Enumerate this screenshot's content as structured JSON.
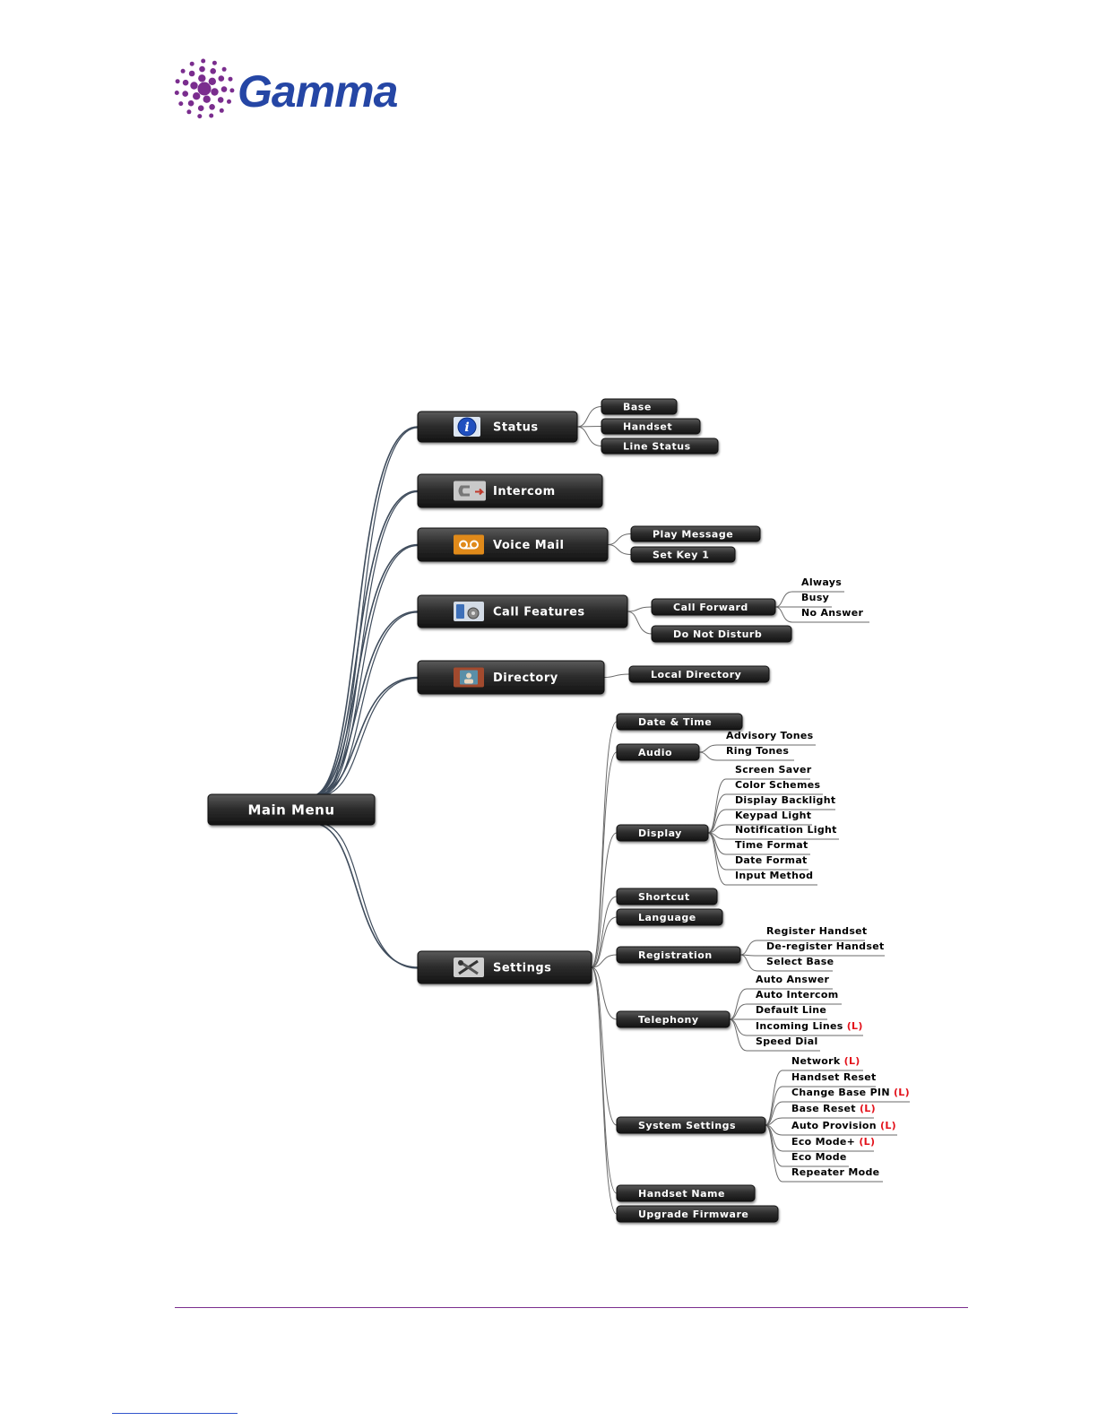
{
  "brand": {
    "name": "Gamma",
    "color": "#2546a5",
    "dot_color": "#7a2d8e"
  },
  "colors": {
    "button_dark": "#2b2b2b",
    "link_line": "#3f4c5c",
    "leaf_line": "#6a6a6a",
    "mark_red": "#e3121b",
    "footer_line": "#7a2d8e"
  },
  "menu": {
    "root": "Main Menu",
    "items": [
      {
        "label": "Status",
        "icon": "info-icon",
        "children": [
          {
            "label": "Base"
          },
          {
            "label": "Handset"
          },
          {
            "label": "Line Status"
          }
        ]
      },
      {
        "label": "Intercom",
        "icon": "intercom-phone-icon",
        "children": []
      },
      {
        "label": "Voice Mail",
        "icon": "voicemail-icon",
        "children": [
          {
            "label": "Play Message"
          },
          {
            "label": "Set Key 1"
          }
        ]
      },
      {
        "label": "Call Features",
        "icon": "call-features-icon",
        "children": [
          {
            "label": "Call Forward",
            "children": [
              {
                "label": "Always"
              },
              {
                "label": "Busy"
              },
              {
                "label": "No Answer"
              }
            ]
          },
          {
            "label": "Do Not Disturb"
          }
        ]
      },
      {
        "label": "Directory",
        "icon": "directory-icon",
        "children": [
          {
            "label": "Local Directory"
          }
        ]
      },
      {
        "label": "Settings",
        "icon": "tools-icon",
        "children": [
          {
            "label": "Date  & Time"
          },
          {
            "label": "Audio",
            "children": [
              {
                "label": "Advisory Tones"
              },
              {
                "label": "Ring Tones"
              }
            ]
          },
          {
            "label": "Display",
            "children": [
              {
                "label": "Screen Saver"
              },
              {
                "label": "Color Schemes"
              },
              {
                "label": "Display Backlight"
              },
              {
                "label": "Keypad Light"
              },
              {
                "label": "Notification Light"
              },
              {
                "label": "Time Format"
              },
              {
                "label": "Date Format"
              },
              {
                "label": "Input Method"
              }
            ]
          },
          {
            "label": "Shortcut"
          },
          {
            "label": "Language"
          },
          {
            "label": "Registration",
            "children": [
              {
                "label": "Register Handset"
              },
              {
                "label": "De-register Handset"
              },
              {
                "label": "Select Base"
              }
            ]
          },
          {
            "label": "Telephony",
            "children": [
              {
                "label": "Auto Answer"
              },
              {
                "label": "Auto Intercom"
              },
              {
                "label": "Default Line"
              },
              {
                "label": "Incoming Lines",
                "mark": "(L)"
              },
              {
                "label": "Speed Dial"
              }
            ]
          },
          {
            "label": "System Settings",
            "children": [
              {
                "label": "Network",
                "mark": "(L)"
              },
              {
                "label": "Handset Reset"
              },
              {
                "label": "Change Base PIN",
                "mark": "(L)"
              },
              {
                "label": "Base Reset",
                "mark": "(L)"
              },
              {
                "label": "Auto Provision",
                "mark": "(L)"
              },
              {
                "label": "Eco Mode+",
                "mark": "(L)"
              },
              {
                "label": "Eco Mode"
              },
              {
                "label": "Repeater Mode"
              }
            ]
          },
          {
            "label": "Handset Name"
          },
          {
            "label": "Upgrade Firmware"
          }
        ]
      }
    ]
  },
  "footer": {
    "icons": [
      {
        "name": "phone-icon",
        "color": "#2aa8e0"
      },
      {
        "name": "shuffle-icon",
        "color": "#6cbf3a"
      },
      {
        "name": "mobile-icon",
        "color": "#d6177f"
      }
    ]
  }
}
